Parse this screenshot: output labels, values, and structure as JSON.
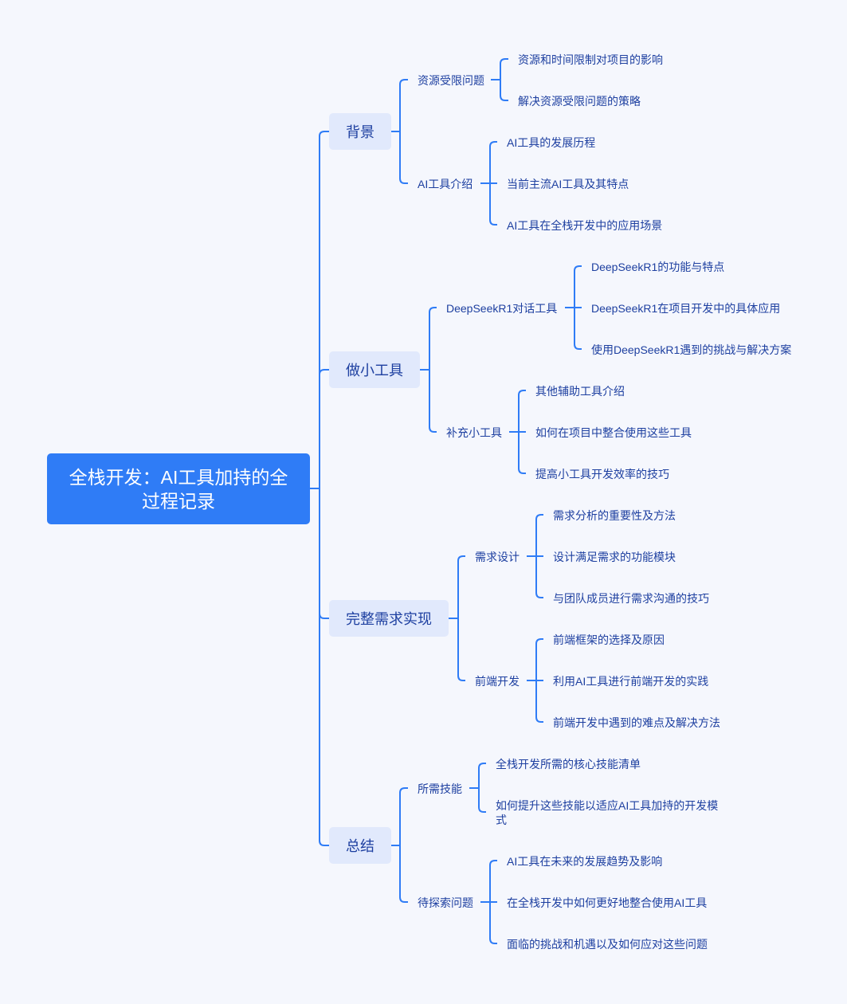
{
  "mindmap": {
    "root": "全栈开发：AI工具加持的全过程记录",
    "branches": [
      {
        "label": "背景",
        "children": [
          {
            "label": "资源受限问题",
            "children": [
              "资源和时间限制对项目的影响",
              "解决资源受限问题的策略"
            ]
          },
          {
            "label": "AI工具介绍",
            "children": [
              "AI工具的发展历程",
              "当前主流AI工具及其特点",
              "AI工具在全栈开发中的应用场景"
            ]
          }
        ]
      },
      {
        "label": "做小工具",
        "children": [
          {
            "label": "DeepSeekR1对话工具",
            "children": [
              "DeepSeekR1的功能与特点",
              "DeepSeekR1在项目开发中的具体应用",
              "使用DeepSeekR1遇到的挑战与解决方案"
            ]
          },
          {
            "label": "补充小工具",
            "children": [
              "其他辅助工具介绍",
              "如何在项目中整合使用这些工具",
              "提高小工具开发效率的技巧"
            ]
          }
        ]
      },
      {
        "label": "完整需求实现",
        "children": [
          {
            "label": "需求设计",
            "children": [
              "需求分析的重要性及方法",
              "设计满足需求的功能模块",
              "与团队成员进行需求沟通的技巧"
            ]
          },
          {
            "label": "前端开发",
            "children": [
              "前端框架的选择及原因",
              "利用AI工具进行前端开发的实践",
              "前端开发中遇到的难点及解决方法"
            ]
          }
        ]
      },
      {
        "label": "总结",
        "children": [
          {
            "label": "所需技能",
            "children": [
              "全栈开发所需的核心技能清单",
              "如何提升这些技能以适应AI工具加持的开发模式"
            ]
          },
          {
            "label": "待探索问题",
            "children": [
              "AI工具在未来的发展趋势及影响",
              "在全栈开发中如何更好地整合使用AI工具",
              "面临的挑战和机遇以及如何应对这些问题"
            ]
          }
        ]
      }
    ]
  },
  "colors": {
    "line": "#2f7cf6",
    "root_bg": "#2f7cf6",
    "node_bg": "#e1e9fc",
    "text": "#1d3fa0"
  }
}
